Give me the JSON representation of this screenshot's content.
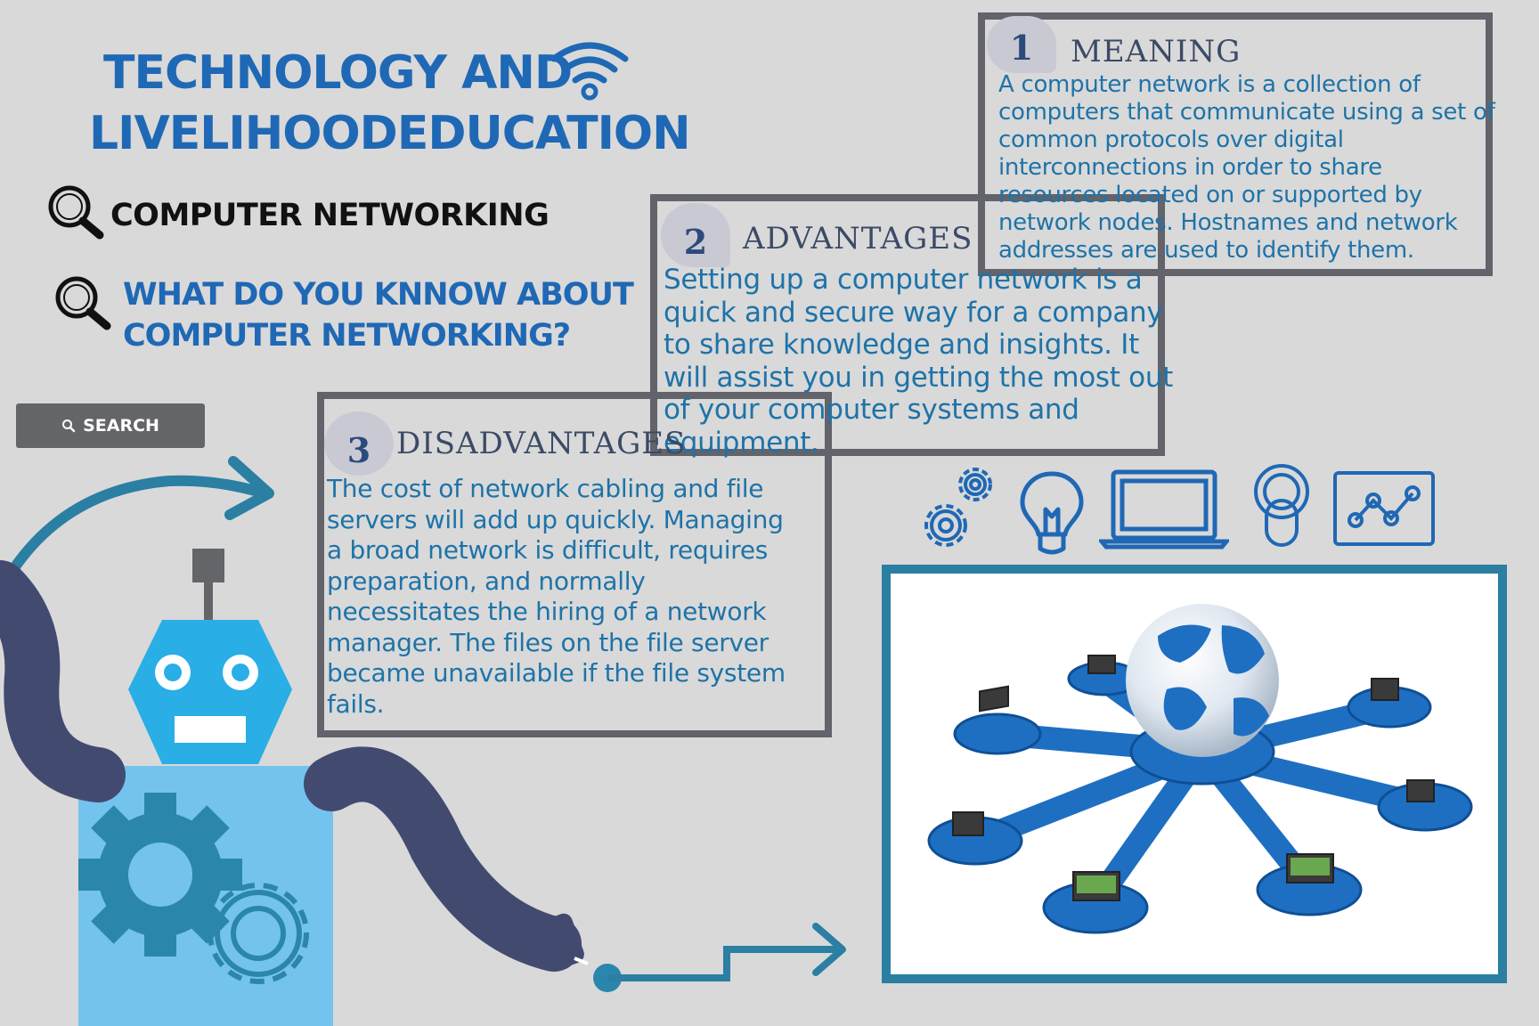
{
  "title": {
    "line1": "TECHNOLOGY AND",
    "line2": "LIVELIHOODEDUCATION"
  },
  "subtitle": "COMPUTER NETWORKING",
  "question": {
    "line1": "WHAT DO YOU KNNOW ABOUT",
    "line2": "COMPUTER NETWORKING?"
  },
  "search_label": "SEARCH",
  "sections": [
    {
      "number": "1",
      "heading": "MEANING",
      "text": "A computer network is a collection of computers that communicate using a set of common protocols over digital interconnections in order to share resources located on or supported by network nodes. Hostnames and network addresses are used to identify them."
    },
    {
      "number": "2",
      "heading": "ADVANTAGES",
      "text": "Setting up a computer network is a quick and secure way for a company to share knowledge and insights. It will assist you in getting the most out of your computer systems and equipment."
    },
    {
      "number": "3",
      "heading": "DISADVANTAGES",
      "text": "The cost of network cabling and file servers will add up quickly. Managing a broad network is difficult, requires preparation, and normally necessitates the hiring of a network manager. The files on the file server became unavailable if the file system fails."
    }
  ],
  "icons": [
    "wifi-icon",
    "magnifier-icon",
    "search-icon",
    "gears-icon",
    "lightbulb-icon",
    "laptop-icon",
    "touch-icon",
    "chart-icon",
    "robot",
    "arrow",
    "network-globe"
  ],
  "colors": {
    "background": "#d9d9d9",
    "title_blue": "#1f68b5",
    "box_border": "#62636b",
    "text_teal": "#1e73a8",
    "frame_teal": "#2a7fa3"
  }
}
